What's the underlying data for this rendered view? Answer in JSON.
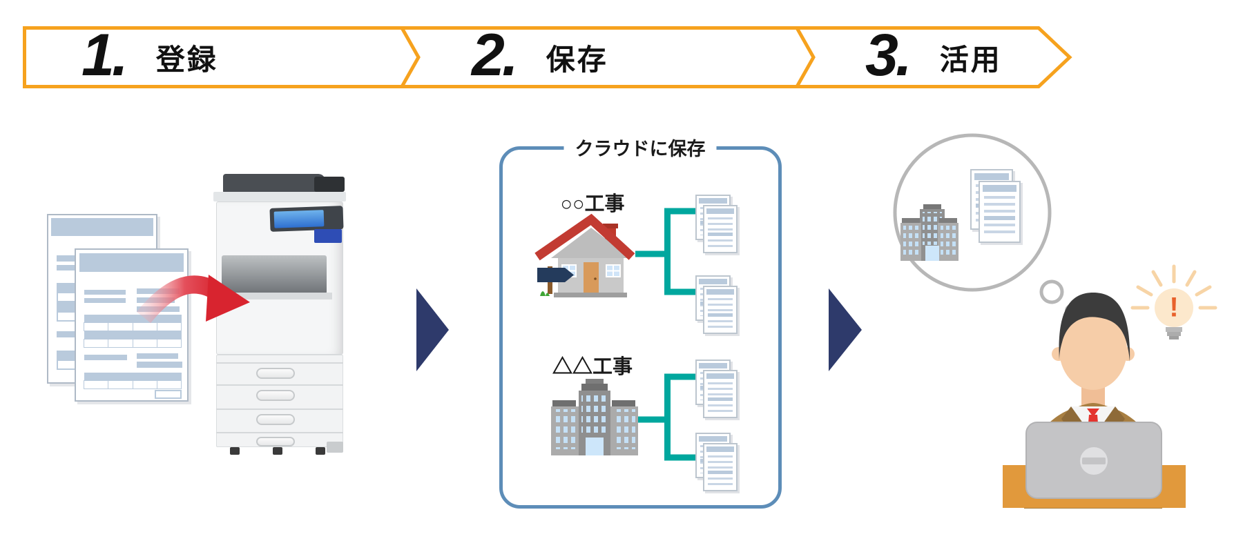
{
  "banner": {
    "border_color": "#F6A21E",
    "steps": [
      {
        "number": "1.",
        "label": "登録"
      },
      {
        "number": "2.",
        "label": "保存"
      },
      {
        "number": "3.",
        "label": "活用"
      }
    ]
  },
  "left_scene": {
    "icons": [
      "paper-documents-icon",
      "scan-arrow-icon",
      "multifunction-printer-icon"
    ]
  },
  "cloud_box": {
    "title": "クラウドに保存",
    "border_color": "#5D8DB8",
    "connector_color": "#00A79E",
    "groups": [
      {
        "label": "○○工事",
        "icon": "house-icon",
        "document_sets": 2
      },
      {
        "label": "△△工事",
        "icon": "office-building-icon",
        "document_sets": 2
      }
    ]
  },
  "right_scene": {
    "icons": [
      "thought-bubble-icon",
      "office-building-icon",
      "paper-documents-icon",
      "worker-at-laptop-icon",
      "idea-lightbulb-icon"
    ],
    "lightbulb_exclamation": "!"
  },
  "flow_arrow_color": "#2E3A6B"
}
